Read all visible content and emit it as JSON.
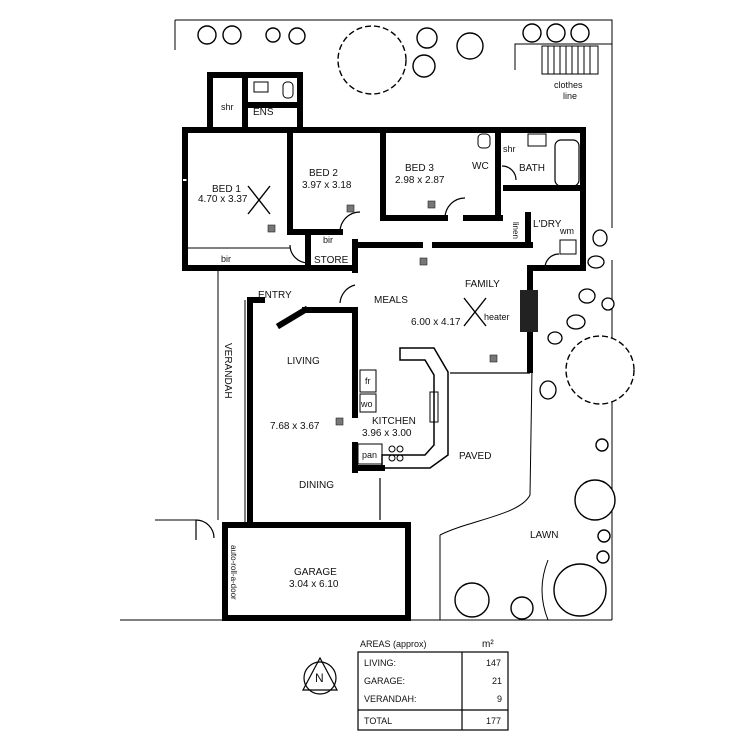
{
  "rooms": {
    "ens": "ENS",
    "shr_ens": "shr",
    "bed1": "BED 1",
    "bed1_dim": "4.70 x 3.37",
    "bed2": "BED 2",
    "bed2_dim": "3.97 x 3.18",
    "bed3": "BED 3",
    "bed3_dim": "2.98 x 2.87",
    "wc": "WC",
    "shr_bath": "shr",
    "bath": "BATH",
    "ldry": "L'DRY",
    "linen": "linen",
    "wm": "wm",
    "bir_bed1": "bir",
    "bir_bed2": "bir",
    "store": "STORE",
    "entry": "ENTRY",
    "meals": "MEALS",
    "family": "FAMILY",
    "family_dim": "6.00 x 4.17",
    "heater": "heater",
    "living": "LIVING",
    "living_dim": "7.68 x 3.67",
    "fr": "fr",
    "wo": "wo",
    "kitchen": "KITCHEN",
    "kitchen_dim": "3.96 x 3.00",
    "pan": "pan",
    "dining": "DINING",
    "verandah": "VERANDAH",
    "garage": "GARAGE",
    "garage_dim": "3.04 x 6.10",
    "auto_door": "auto-roll-a-door"
  },
  "site": {
    "clothes_line_1": "clothes",
    "clothes_line_2": "line",
    "paved": "PAVED",
    "lawn": "LAWN",
    "north": "N"
  },
  "areas": {
    "title": "AREAS (approx)",
    "unit": "m²",
    "rows": [
      {
        "label": "LIVING:",
        "value": "147"
      },
      {
        "label": "GARAGE:",
        "value": "21"
      },
      {
        "label": "VERANDAH:",
        "value": "9"
      }
    ],
    "total_label": "TOTAL",
    "total_value": "177"
  }
}
